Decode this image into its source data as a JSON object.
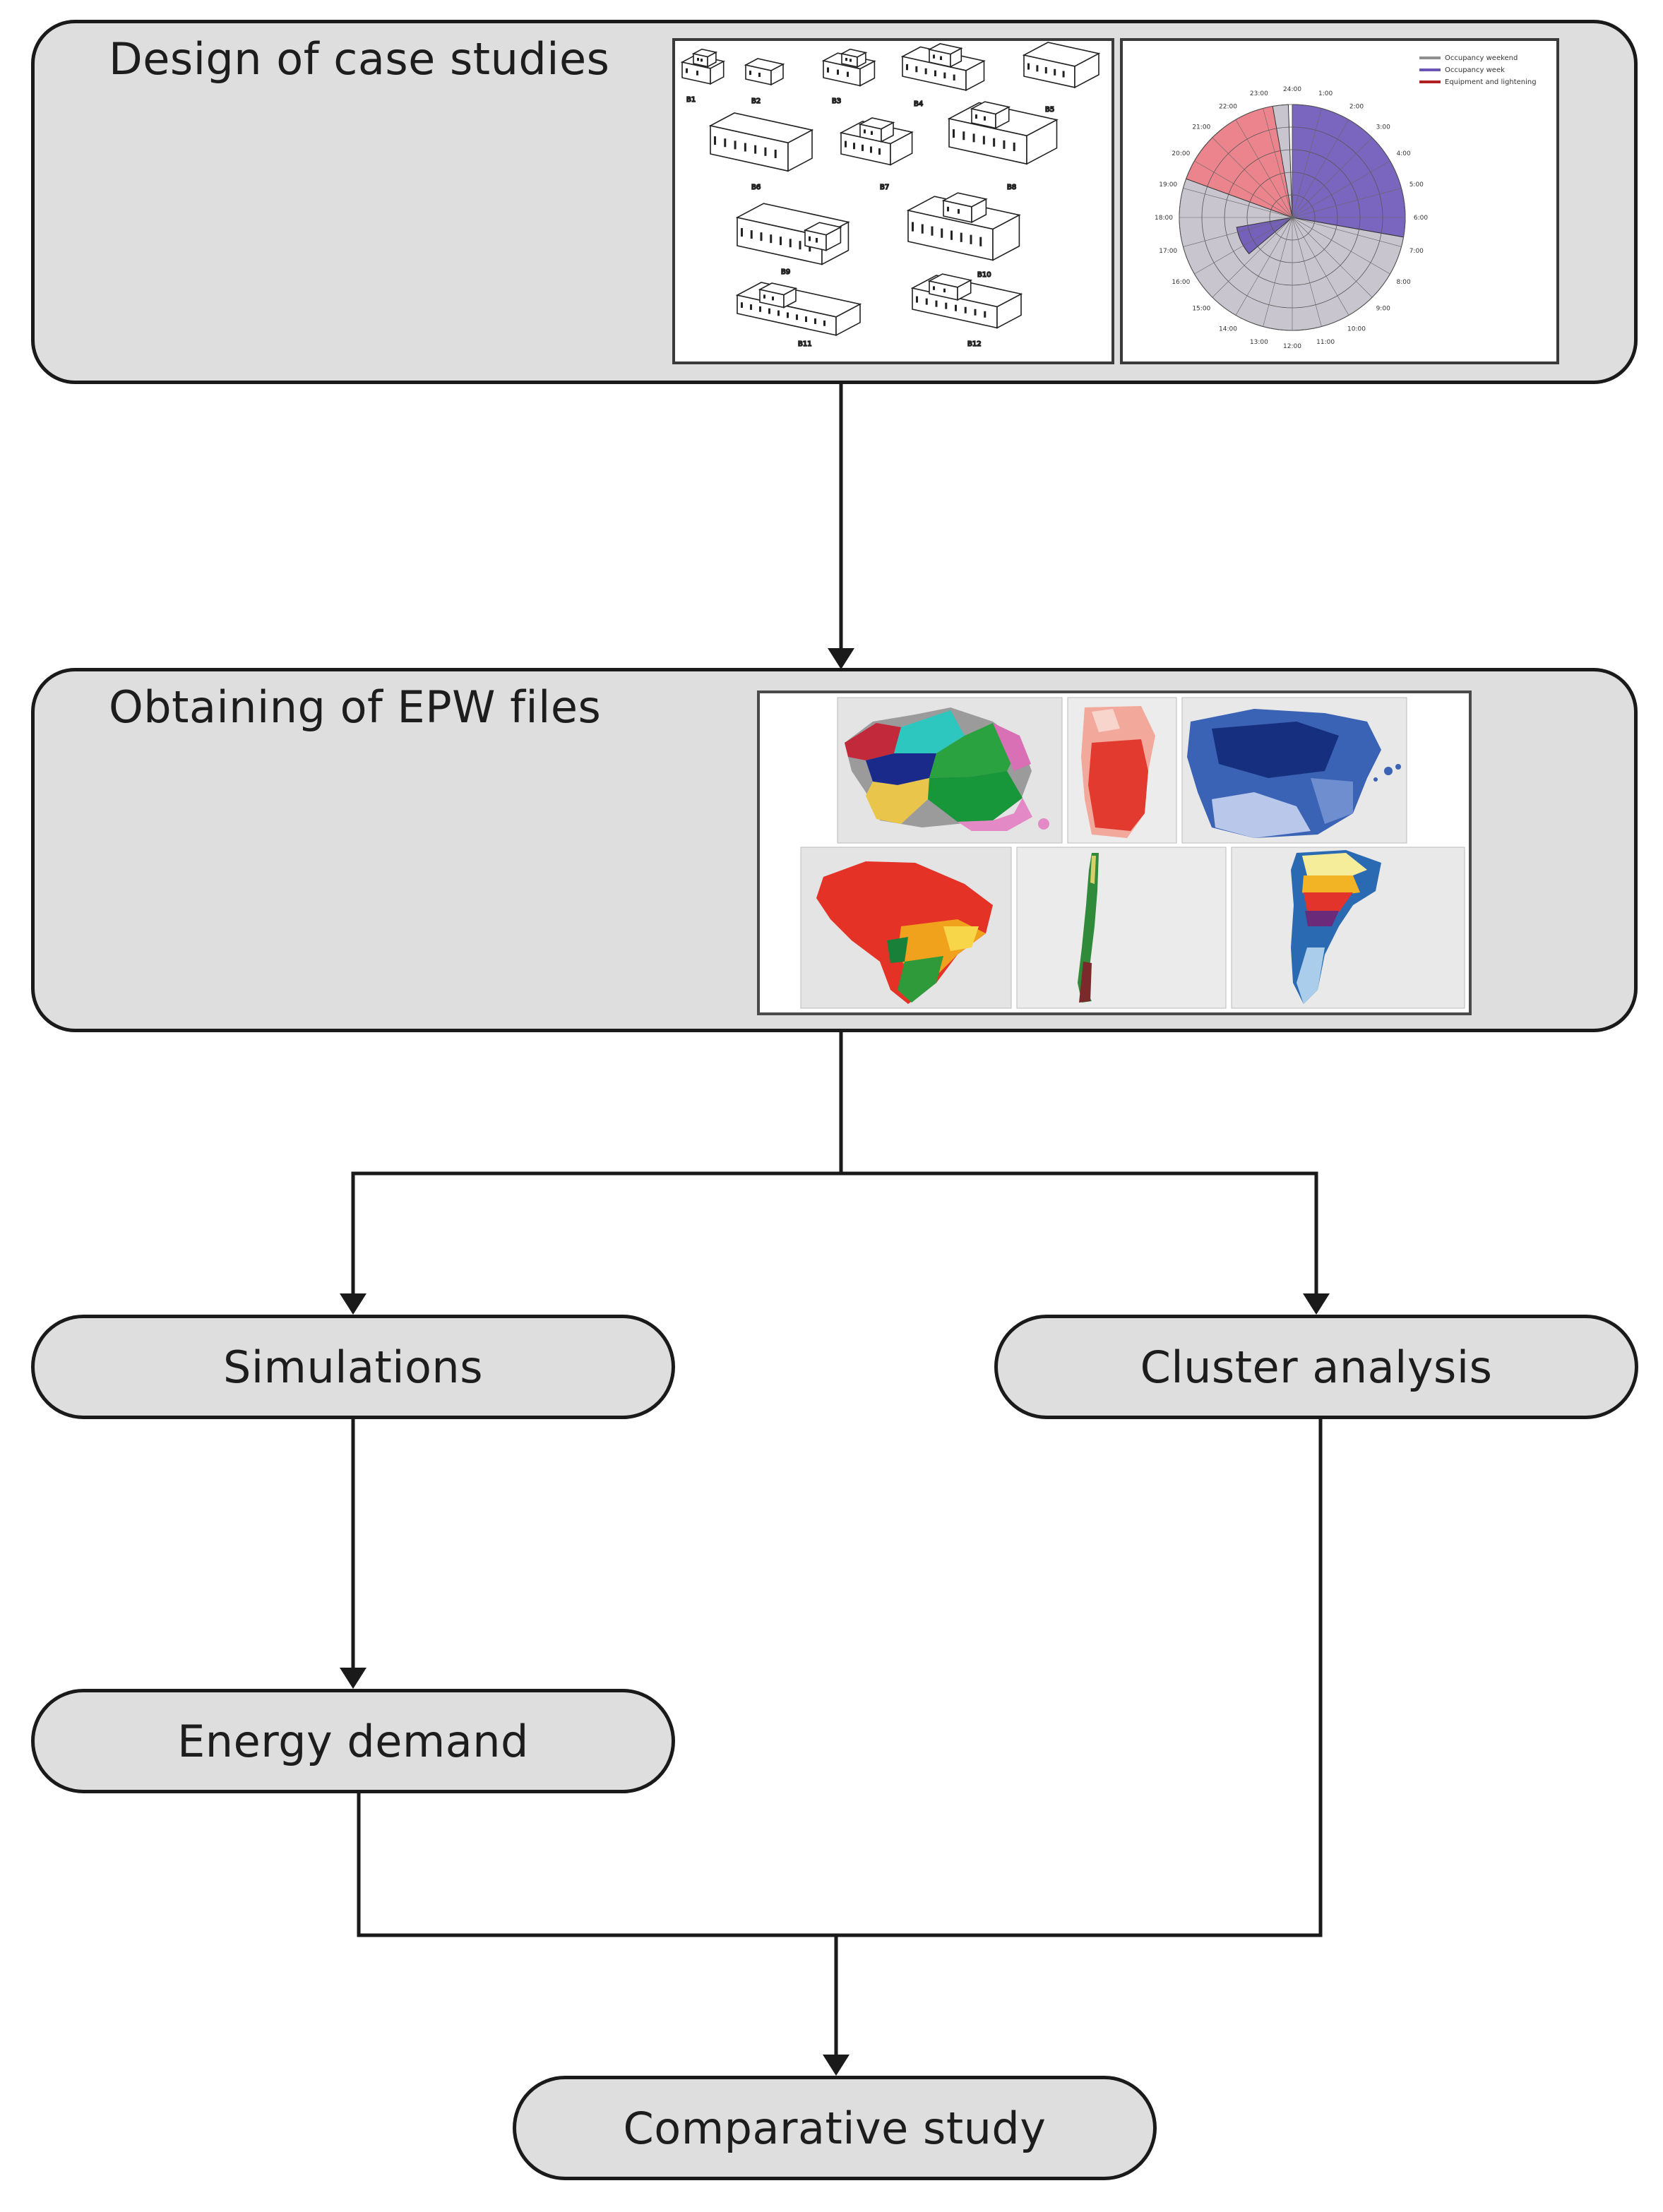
{
  "steps": {
    "design": "Design of case studies",
    "epw": "Obtaining of EPW files",
    "simulations": "Simulations",
    "cluster": "Cluster analysis",
    "energy": "Energy demand",
    "comparative": "Comparative study"
  },
  "buildings": {
    "codes": [
      "B1",
      "B2",
      "B3",
      "B4",
      "B5",
      "B6",
      "B7",
      "B8",
      "B9",
      "B10",
      "B11",
      "B12"
    ]
  },
  "schedule": {
    "legend": [
      "Occupancy weekend",
      "Occupancy week",
      "Equipment and lightening"
    ],
    "hours": [
      "1:00",
      "2:00",
      "3:00",
      "4:00",
      "5:00",
      "6:00",
      "7:00",
      "8:00",
      "9:00",
      "10:00",
      "11:00",
      "12:00",
      "13:00",
      "14:00",
      "15:00",
      "16:00",
      "17:00",
      "18:00",
      "19:00",
      "20:00",
      "21:00",
      "22:00",
      "23:00",
      "24:00"
    ],
    "colors": {
      "weekend": "#9a95a6",
      "week": "#6b55b8",
      "equipment": "#f07c86"
    }
  },
  "colors": {
    "node_fill": "#dedede",
    "line": "#1a1a1a"
  }
}
